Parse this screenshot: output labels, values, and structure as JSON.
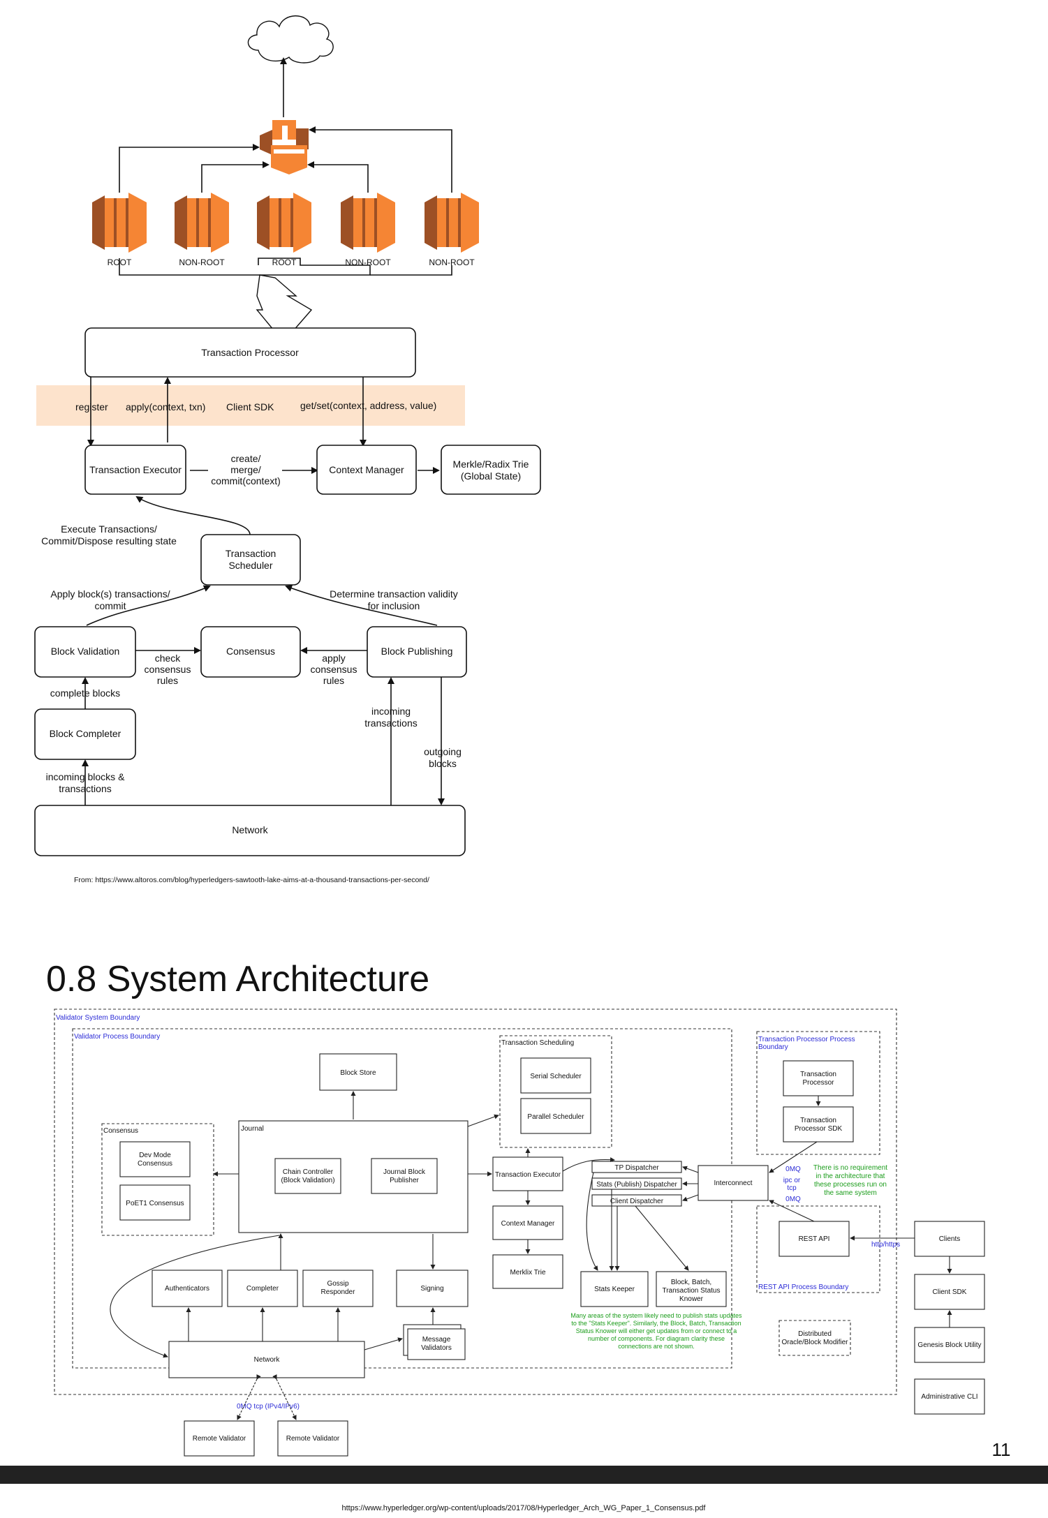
{
  "top_diagram": {
    "node_labels": [
      "ROOT",
      "NON-ROOT",
      "ROOT",
      "NON-ROOT",
      "NON-ROOT"
    ],
    "transaction_processor": "Transaction Processor",
    "client_sdk": "Client SDK",
    "register": "register",
    "apply": "apply(context, txn)",
    "getset": "get/set(context, address, value)",
    "transaction_executor": "Transaction Executor",
    "create_merge_commit": [
      "create/",
      "merge/",
      "commit(context)"
    ],
    "context_manager": "Context Manager",
    "merkle_trie": [
      "Merkle/Radix Trie",
      "(Global State)"
    ],
    "execute_transactions": [
      "Execute Transactions/",
      "Commit/Dispose resulting state"
    ],
    "transaction_scheduler": [
      "Transaction",
      "Scheduler"
    ],
    "apply_blocks": [
      "Apply block(s) transactions/",
      "commit"
    ],
    "determine_validity": [
      "Determine transaction validity",
      "for inclusion"
    ],
    "block_validation": "Block Validation",
    "consensus": "Consensus",
    "block_publishing": "Block Publishing",
    "check_consensus": [
      "check",
      "consensus",
      "rules"
    ],
    "apply_consensus": [
      "apply",
      "consensus",
      "rules"
    ],
    "complete_blocks": "complete blocks",
    "block_completer": "Block Completer",
    "incoming_transactions": [
      "incoming",
      "transactions"
    ],
    "outgoing_blocks": [
      "outgoing",
      "blocks"
    ],
    "incoming_blocks": [
      "incoming blocks &",
      "transactions"
    ],
    "network": "Network",
    "source": "From: https://www.altoros.com/blog/hyperledgers-sawtooth-lake-aims-at-a-thousand-transactions-per-second/"
  },
  "section_title": "0.8 System Architecture",
  "arch": {
    "validator_system_boundary": "Validator System Boundary",
    "validator_process_boundary": "Validator Process Boundary",
    "block_store": "Block Store",
    "transaction_scheduling": "Transaction Scheduling",
    "serial_scheduler": "Serial Scheduler",
    "parallel_scheduler": "Parallel Scheduler",
    "consensus": "Consensus",
    "dev_mode": [
      "Dev Mode",
      "Consensus"
    ],
    "poet": "PoET1 Consensus",
    "journal": "Journal",
    "chain_controller": [
      "Chain Controller",
      "(Block Validation)"
    ],
    "journal_publisher": [
      "Journal Block",
      "Publisher"
    ],
    "transaction_executor": "Transaction Executor",
    "context_manager": "Context Manager",
    "merklix_trie": "Merklix Trie",
    "tp_dispatcher": "TP Dispatcher",
    "stats_dispatcher": "Stats (Publish) Dispatcher",
    "client_dispatcher": "Client Dispatcher",
    "interconnect": "Interconnect",
    "stats_keeper": "Stats Keeper",
    "knower": [
      "Block, Batch,",
      "Transaction Status",
      "Knower"
    ],
    "authenticators": "Authenticators",
    "completer": "Completer",
    "gossip": [
      "Gossip",
      "Responder"
    ],
    "signing": "Signing",
    "message_validators": [
      "Message",
      "Validators"
    ],
    "network": "Network",
    "tp_boundary": [
      "Transaction Processor Process",
      "Boundary"
    ],
    "transaction_processor": [
      "Transaction",
      "Processor"
    ],
    "tp_sdk": [
      "Transaction",
      "Processor SDK"
    ],
    "zmq_ipc": [
      "0MQ",
      "ipc or",
      "tcp",
      "0MQ"
    ],
    "no_requirement": [
      "There is no requirement",
      "in the architecture that",
      "these processes run on",
      "the same system"
    ],
    "rest_api": "REST API",
    "http": "http/https",
    "rest_boundary": "REST API Process Boundary",
    "stats_note": [
      "Many areas of the system likely need to publish stats updates",
      "to the \"Stats Keeper\". Similarly, the Block, Batch, Transaction",
      "Status Knower will either get updates from or connect to a",
      "number of components. For diagram clarity these",
      "connections are not shown."
    ],
    "distributed_oracle": [
      "Distributed",
      "Oracle/Block Modifier"
    ],
    "clients": "Clients",
    "client_sdk": "Client SDK",
    "genesis": "Genesis Block Utility",
    "admin_cli": "Administrative CLI",
    "zmq_tcp": "0MQ tcp (IPv4/IPv6)",
    "remote_validator_1": "Remote Validator",
    "remote_validator_2": "Remote Validator"
  },
  "page_number": "11",
  "footer_url": "https://www.hyperledger.org/wp-content/uploads/2017/08/Hyperledger_Arch_WG_Paper_1_Consensus.pdf",
  "colors": {
    "aws_orange": "#f58534",
    "aws_dark": "#9d5025",
    "sdk_band": "#fde3cc",
    "boundary_blue": "#2b2bd6",
    "note_green": "#1a9c1a",
    "footer_bar": "#222222"
  }
}
